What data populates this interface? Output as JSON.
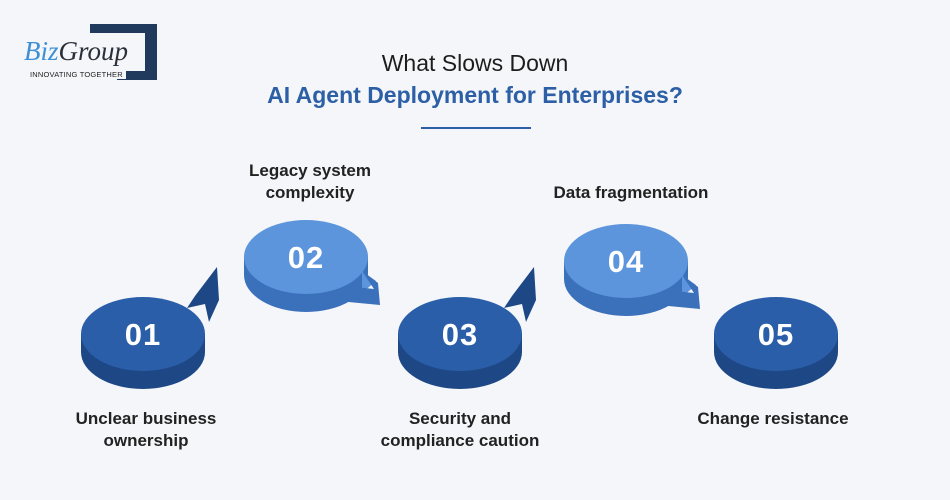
{
  "logo": {
    "brand_part1": "Biz",
    "brand_part2": "Group",
    "tagline": "INNOVATING TOGETHER"
  },
  "title": {
    "line1": "What Slows Down",
    "line2": "AI Agent Deployment for Enterprises?"
  },
  "colors": {
    "dark_blue": "#2a5ea8",
    "light_blue": "#5c95dc",
    "title_blue": "#2c5fa6"
  },
  "steps": [
    {
      "number": "01",
      "label_lines": [
        "Unclear business",
        "ownership"
      ]
    },
    {
      "number": "02",
      "label_lines": [
        "Legacy system",
        "complexity"
      ]
    },
    {
      "number": "03",
      "label_lines": [
        "Security and",
        "compliance caution"
      ]
    },
    {
      "number": "04",
      "label_lines": [
        "Data fragmentation"
      ]
    },
    {
      "number": "05",
      "label_lines": [
        "Change resistance"
      ]
    }
  ]
}
